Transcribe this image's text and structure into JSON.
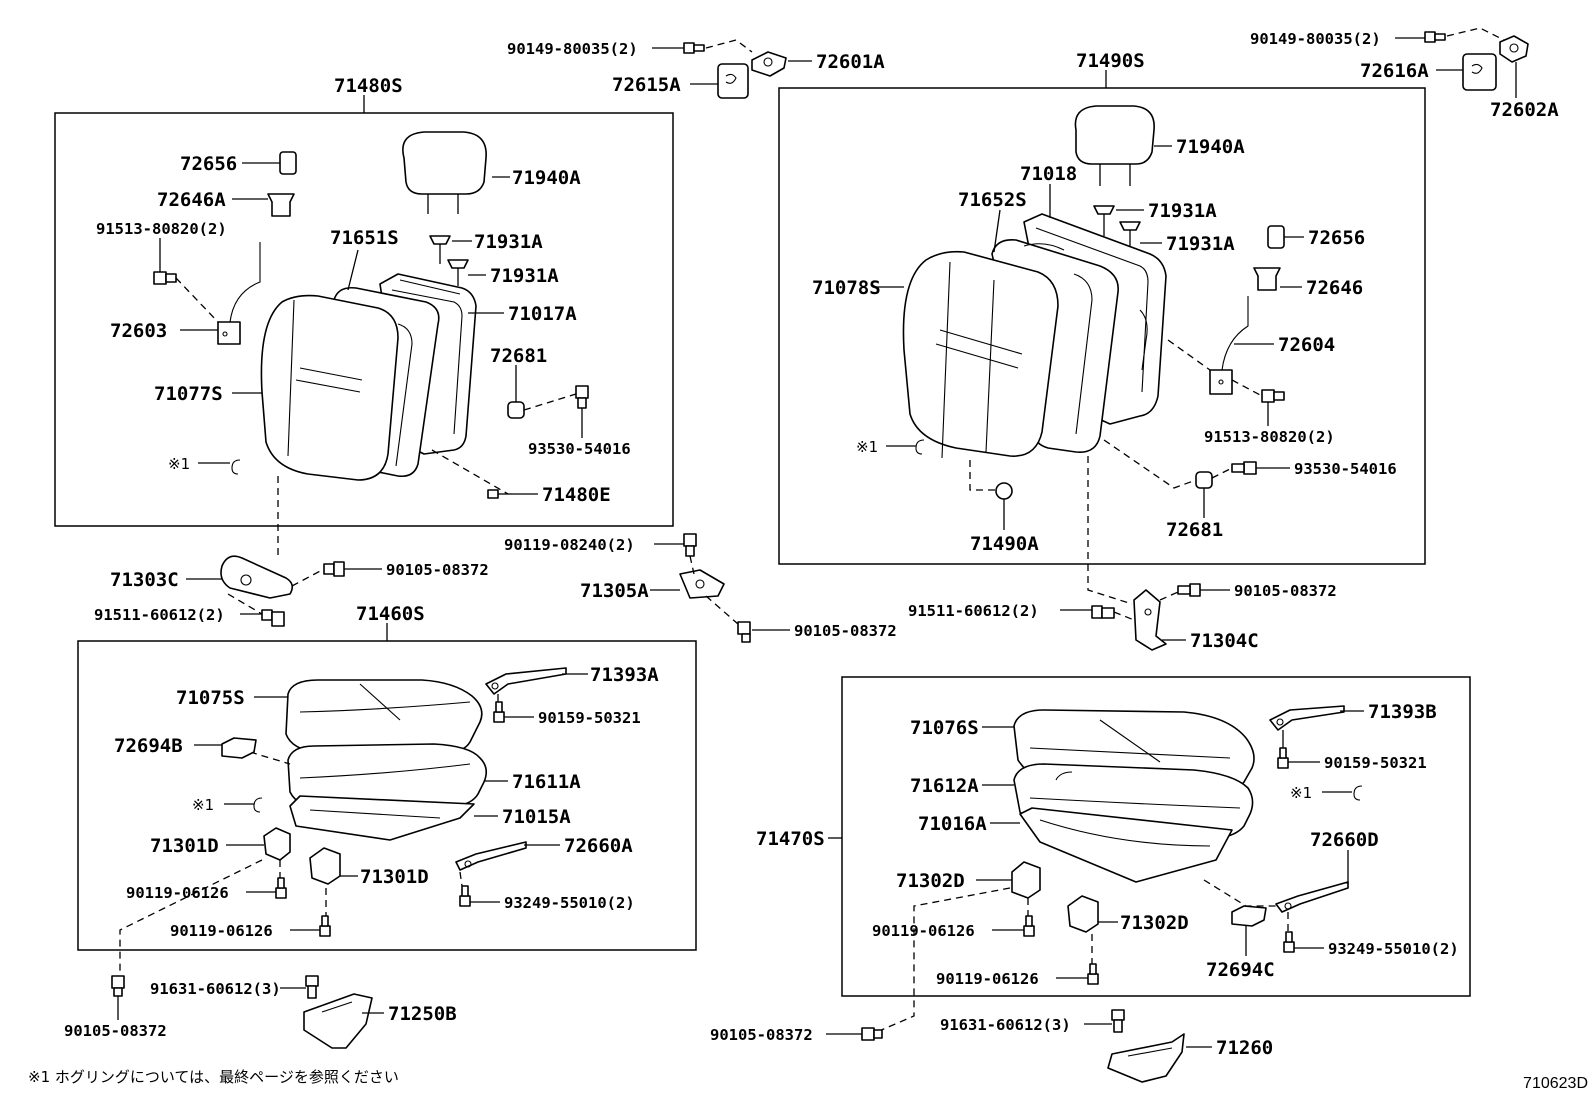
{
  "labels": {
    "l_90149_80035_2_a": "90149-80035(2)",
    "l_72601A": "72601A",
    "l_72615A": "72615A",
    "l_90149_80035_2_b": "90149-80035(2)",
    "l_72616A": "72616A",
    "l_72602A": "72602A",
    "l_71480S": "71480S",
    "l_71490S": "71490S",
    "l_72656_a": "72656",
    "l_72646A": "72646A",
    "l_91513_80820_2_a": "91513-80820(2)",
    "l_71940A_a": "71940A",
    "l_71651S": "71651S",
    "l_71931A_a1": "71931A",
    "l_71931A_a2": "71931A",
    "l_71017A": "71017A",
    "l_72603": "72603",
    "l_72681_a": "72681",
    "l_71077S": "71077S",
    "l_93530_54016_a": "93530-54016",
    "l_note1_a": "※1",
    "l_71480E": "71480E",
    "l_71940A_b": "71940A",
    "l_71018": "71018",
    "l_71652S": "71652S",
    "l_71931A_b1": "71931A",
    "l_71931A_b2": "71931A",
    "l_72656_b": "72656",
    "l_71078S": "71078S",
    "l_72646": "72646",
    "l_72604": "72604",
    "l_91513_80820_2_b": "91513-80820(2)",
    "l_note1_b": "※1",
    "l_93530_54016_b": "93530-54016",
    "l_72681_b": "72681",
    "l_71490A": "71490A",
    "l_90119_08240_2": "90119-08240(2)",
    "l_71303C": "71303C",
    "l_90105_08372_a": "90105-08372",
    "l_71305A": "71305A",
    "l_91511_60612_2_a": "91511-60612(2)",
    "l_90105_08372_b": "90105-08372",
    "l_91511_60612_2_b": "91511-60612(2)",
    "l_90105_08372_c": "90105-08372",
    "l_71304C": "71304C",
    "l_71460S": "71460S",
    "l_71393A": "71393A",
    "l_71075S": "71075S",
    "l_90159_50321_a": "90159-50321",
    "l_72694B": "72694B",
    "l_71611A": "71611A",
    "l_note1_c": "※1",
    "l_71015A": "71015A",
    "l_71301D_a": "71301D",
    "l_72660A": "72660A",
    "l_90119_06126_a": "90119-06126",
    "l_71301D_b": "71301D",
    "l_93249_55010_2_a": "93249-55010(2)",
    "l_90119_06126_b": "90119-06126",
    "l_91631_60612_3_a": "91631-60612(3)",
    "l_71250B": "71250B",
    "l_90105_08372_d": "90105-08372",
    "l_71393B": "71393B",
    "l_71076S": "71076S",
    "l_90159_50321_b": "90159-50321",
    "l_71612A": "71612A",
    "l_note1_d": "※1",
    "l_71016A": "71016A",
    "l_72660D": "72660D",
    "l_71470S": "71470S",
    "l_71302D_a": "71302D",
    "l_90119_06126_c": "90119-06126",
    "l_71302D_b": "71302D",
    "l_93249_55010_2_b": "93249-55010(2)",
    "l_90119_06126_d": "90119-06126",
    "l_72694C": "72694C",
    "l_90105_08372_e": "90105-08372",
    "l_91631_60612_3_b": "91631-60612(3)",
    "l_71260": "71260"
  },
  "footnote": "※1 ホグリングについては、最終ページを参照ください",
  "diagram_code": "710623D"
}
